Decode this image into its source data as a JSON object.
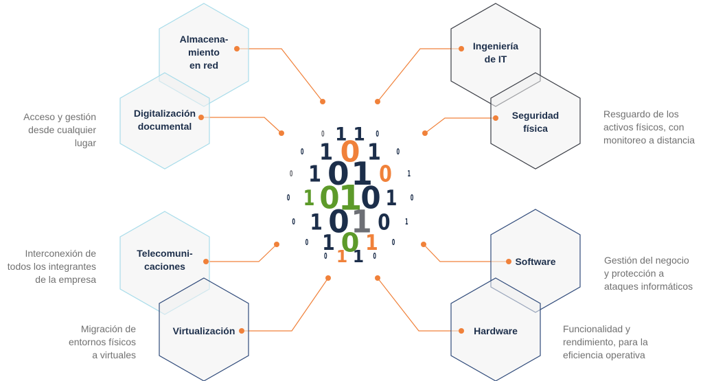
{
  "colors": {
    "connector": "#f0813a",
    "hex_fill": "#f0f0f0",
    "hex_stroke_cyan": "#a8dcea",
    "hex_stroke_gray": "#3a3d45",
    "hex_stroke_blue": "#2f4a7a",
    "label": "#1c2e4a",
    "desc": "#707070"
  },
  "nodes": {
    "almacenamiento": {
      "lines": [
        "Almacena-",
        "miento",
        "en red"
      ]
    },
    "digitalizacion": {
      "lines": [
        "Digitalización",
        "documental"
      ]
    },
    "telecom": {
      "lines": [
        "Telecomuni-",
        "caciones"
      ]
    },
    "virtualizacion": {
      "lines": [
        "Virtualización"
      ]
    },
    "ingenieria": {
      "lines": [
        "Ingeniería",
        "de IT"
      ]
    },
    "seguridad": {
      "lines": [
        "Seguridad",
        "física"
      ]
    },
    "software": {
      "lines": [
        "Software"
      ]
    },
    "hardware": {
      "lines": [
        "Hardware"
      ]
    }
  },
  "descriptions": {
    "digitalizacion": [
      "Acceso y gestión",
      "desde cualquier",
      "lugar"
    ],
    "seguridad": [
      "Resguardo de los",
      "activos físicos, con",
      "monitoreo a distancia"
    ],
    "telecom": [
      "Interconexión de",
      "todos los integrantes",
      "de la empresa"
    ],
    "software": [
      "Gestión del negocio",
      "y protección a",
      "ataques informáticos"
    ],
    "virtualizacion": [
      "Migración de",
      "entornos físicos",
      "a virtuales"
    ],
    "hardware": [
      "Funcionalidad y",
      "rendimiento, para la",
      "eficiencia operativa"
    ]
  }
}
